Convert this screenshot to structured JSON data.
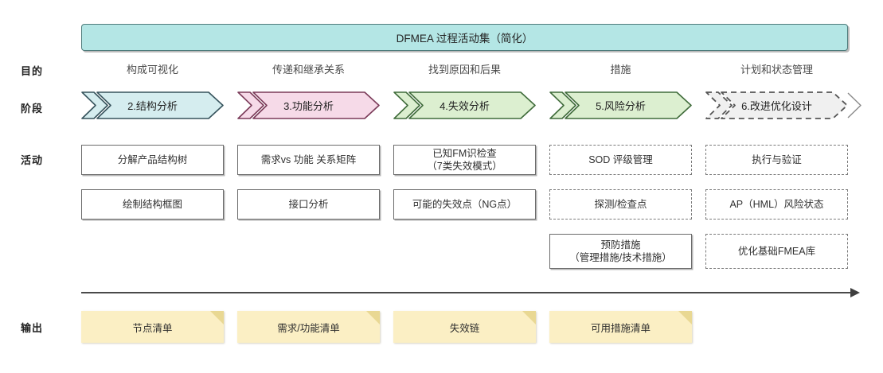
{
  "title": "DFMEA 过程活动集（简化）",
  "row_labels": {
    "purpose": "目的",
    "stage": "阶段",
    "activity": "活动",
    "output": "输出"
  },
  "colors": {
    "banner_fill": "#b4e6e5",
    "banner_border": "#4f7c7c",
    "stage_blue_fill": "#d5edef",
    "stage_blue_border": "#36535c",
    "stage_pink_fill": "#f6dae8",
    "stage_pink_border": "#7a3a58",
    "stage_green_fill": "#dcefd0",
    "stage_green_border": "#3f6b3a",
    "stage_gray_fill": "#f0f0f0",
    "stage_gray_border": "#555555",
    "note_fill": "#fbefc4",
    "note_fold": "#e9d893"
  },
  "columns": [
    {
      "purpose": "构成可视化",
      "stage": "2.结构分析",
      "stage_style": "solid",
      "stage_fill": "#d5edef",
      "stage_border": "#36535c",
      "activities": [
        {
          "lines": [
            "分解产品结构树"
          ],
          "style": "solid"
        },
        {
          "lines": [
            "绘制结构框图"
          ],
          "style": "solid"
        }
      ],
      "output": "节点清单"
    },
    {
      "purpose": "传递和继承关系",
      "stage": "3.功能分析",
      "stage_style": "solid",
      "stage_fill": "#f6dae8",
      "stage_border": "#7a3a58",
      "activities": [
        {
          "lines": [
            "需求vs 功能 关系矩阵"
          ],
          "style": "solid"
        },
        {
          "lines": [
            "接口分析"
          ],
          "style": "solid"
        }
      ],
      "output": "需求/功能清单"
    },
    {
      "purpose": "找到原因和后果",
      "stage": "4.失效分析",
      "stage_style": "solid",
      "stage_fill": "#dcefd0",
      "stage_border": "#3f6b3a",
      "activities": [
        {
          "lines": [
            "已知FM识检查",
            "（7类失效模式）"
          ],
          "style": "solid"
        },
        {
          "lines": [
            "可能的失效点（NG点）"
          ],
          "style": "solid"
        }
      ],
      "output": "失效链"
    },
    {
      "purpose": "措施",
      "stage": "5.风险分析",
      "stage_style": "solid",
      "stage_fill": "#dcefd0",
      "stage_border": "#3f6b3a",
      "activities": [
        {
          "lines": [
            "SOD 评级管理"
          ],
          "style": "dashed"
        },
        {
          "lines": [
            "探测/检查点"
          ],
          "style": "dashed"
        },
        {
          "lines": [
            "预防措施",
            "（管理措施/技术措施）"
          ],
          "style": "solid"
        }
      ],
      "output": "可用措施清单"
    },
    {
      "purpose": "计划和状态管理",
      "stage": "6.改进优化设计",
      "stage_style": "dashed",
      "stage_fill": "#f0f0f0",
      "stage_border": "#555555",
      "activities": [
        {
          "lines": [
            "执行与验证"
          ],
          "style": "dashed"
        },
        {
          "lines": [
            "AP（HML）风险状态"
          ],
          "style": "dashed"
        },
        {
          "lines": [
            "优化基础FMEA库"
          ],
          "style": "dashed"
        }
      ],
      "output": null
    }
  ]
}
